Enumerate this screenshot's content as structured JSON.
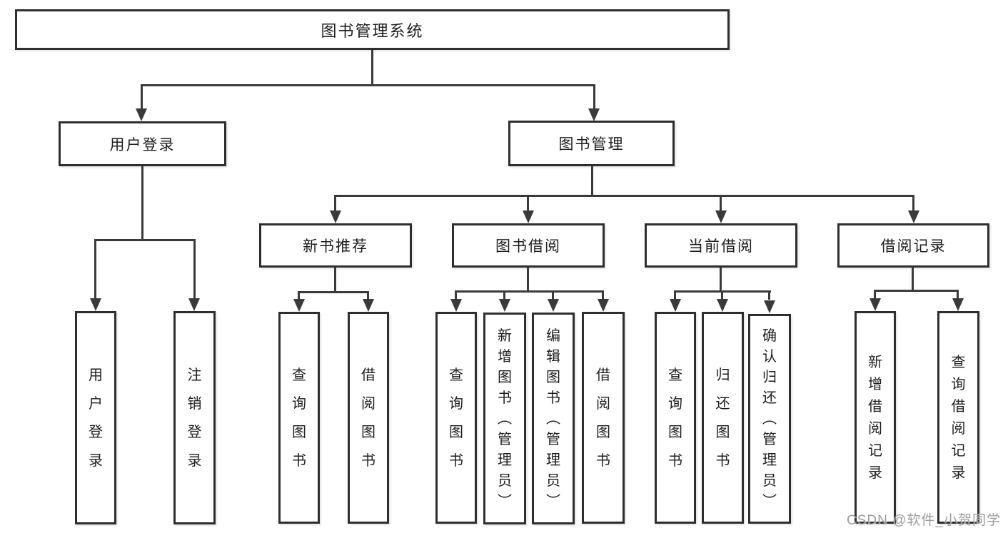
{
  "nodes": {
    "root": "图书管理系统",
    "user_login": "用户登录",
    "book_mgmt": "图书管理",
    "login": "用户登录",
    "logout": "注销登录",
    "new_rec": "新书推荐",
    "borrow": "图书借阅",
    "current": "当前借阅",
    "record": "借阅记录",
    "a1": "查询图书",
    "a2": "借阅图书",
    "b1": "查询图书",
    "b2": "新增图书（管理员）",
    "b3": "编辑图书（管理员）",
    "b4": "借阅图书",
    "c1": "查询图书",
    "c2": "归还图书",
    "c3": "确认归还（管理员）",
    "d1": "新增借阅记录",
    "d2": "查询借阅记录"
  },
  "watermark": "CSDN @软件_小贺同学",
  "colors": {
    "line": "#3a3a3a",
    "border": "#2e2e2e",
    "text": "#1d1d1d",
    "watermark": "#9c9c9c"
  }
}
